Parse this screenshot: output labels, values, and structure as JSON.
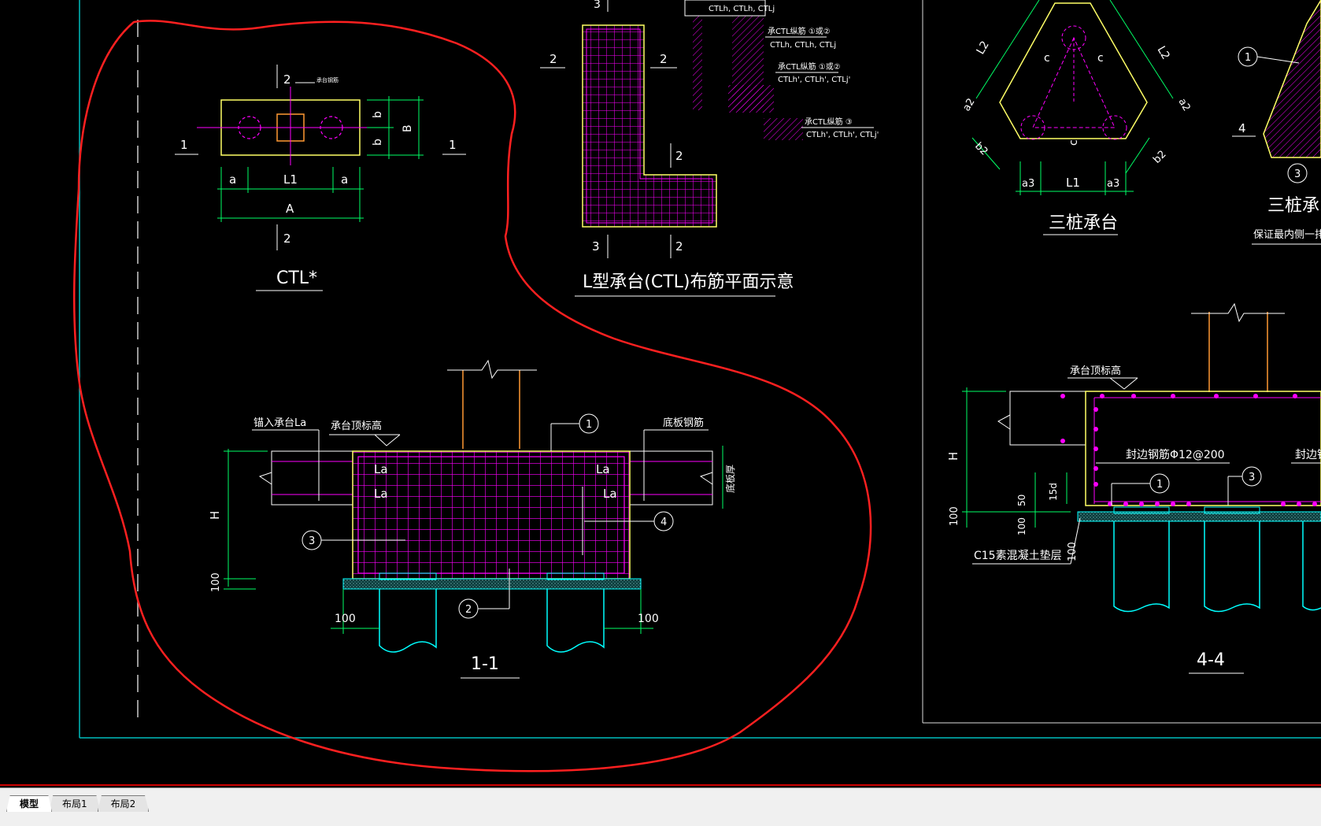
{
  "drawing": {
    "ctl_plan": {
      "title": "CTL*",
      "leader_note": "承台钢筋",
      "dims": {
        "a": "a",
        "L1": "L1",
        "A": "A",
        "b": "b",
        "B": "B"
      },
      "sec_1": "1",
      "sec_2": "2"
    },
    "l_plan": {
      "title": "L型承台(CTL)布筋平面示意",
      "sec_2": "2",
      "sec_3": "3",
      "note_top": "CTLh, CTLh, CTLj",
      "note_1": "承CTL纵筋 ①或②",
      "note_1b": "CTLh, CTLh, CTLj",
      "note_2": "承CTL纵筋 ①或②",
      "note_2b": "CTLh', CTLh', CTLj'",
      "note_3": "承CTL纵筋 ③",
      "note_3b": "CTLh', CTLh', CTLj'"
    },
    "tri_plan": {
      "title": "三桩承台",
      "dims": {
        "c": "c",
        "L1": "L1",
        "a3": "a3",
        "L2": "L2",
        "a2": "a2",
        "b2": "b2"
      }
    },
    "tri_section": {
      "title": "三桩承台布",
      "note": "保证最内侧一排钢筋",
      "circ_1": "1",
      "circ_3": "3",
      "sec_4": "4"
    },
    "section_11": {
      "title": "1-1",
      "anchor_note": "锚入承台La",
      "top_elev_note": "承台顶标高",
      "bottom_rebar_note": "底板钢筋",
      "slab_thk_note": "底板厚",
      "La": "La",
      "H": "H",
      "dim_100": "100",
      "circ_1": "1",
      "circ_2": "2",
      "circ_3": "3",
      "circ_4": "4"
    },
    "section_44": {
      "title": "4-4",
      "top_elev_note": "承台顶标高",
      "seal_rebar_note": "封边钢筋Φ12@200",
      "seal_rebar_note2": "封边钢",
      "cushion_note": "C15素混凝土垫层",
      "H": "H",
      "dim_100": "100",
      "dim_50": "50",
      "dim_15d": "15d",
      "circ_1": "1",
      "circ_3": "3"
    }
  },
  "layout_tabs": [
    {
      "label": "模型",
      "active": true
    },
    {
      "label": "布局1",
      "active": false
    },
    {
      "label": "布局2",
      "active": false
    }
  ],
  "colors": {
    "background": "#000000",
    "rebar": "#ff00ff",
    "line": "#ffffff",
    "dim": "#00ff66",
    "outline": "#ffff66",
    "pile": "#00ffff",
    "markup": "#ff2020",
    "column": "#ff9933"
  }
}
